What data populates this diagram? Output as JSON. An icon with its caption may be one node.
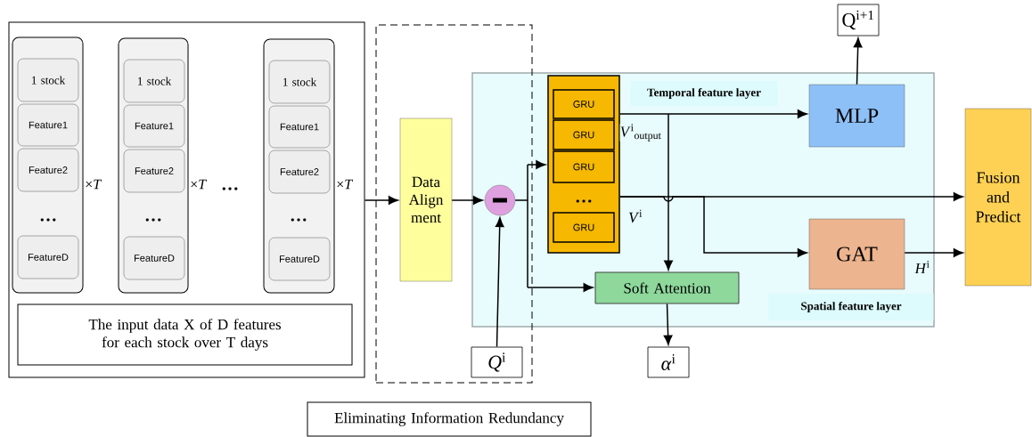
{
  "diagram": {
    "nodes": [
      {
        "text": [],
        "shape": "box"
      },
      {
        "text": [],
        "shape": "box",
        "in": 0,
        "beside": [
          "×*T*"
        ]
      },
      {
        "text": [
          "1 stock"
        ],
        "in": 1
      },
      {
        "text": [
          "Feature1"
        ],
        "in": 1
      },
      {
        "text": [
          "Feature2"
        ],
        "in": 1
      },
      {
        "text": [
          "FeatureD"
        ],
        "in": 1
      },
      {
        "text": [],
        "shape": "box",
        "in": 0,
        "beside": [
          "×*T*"
        ]
      },
      {
        "text": [
          "1 stock"
        ],
        "in": 6
      },
      {
        "text": [
          "Feature1"
        ],
        "in": 6
      },
      {
        "text": [
          "Feature2"
        ],
        "in": 6
      },
      {
        "text": [
          "FeatureD"
        ],
        "in": 6
      },
      {
        "text": [],
        "shape": "box",
        "in": 0,
        "beside": [
          "×*T*"
        ]
      },
      {
        "text": [
          "1 stock"
        ],
        "in": 11
      },
      {
        "text": [
          "Feature1"
        ],
        "in": 11
      },
      {
        "text": [
          "Feature2"
        ],
        "in": 11
      },
      {
        "text": [
          "FeatureD"
        ],
        "in": 11
      },
      {
        "text": [
          "The input data X of D features for each stock over T days"
        ],
        "in": 0
      },
      {
        "text": [],
        "shape": "box"
      },
      {
        "text": [
          "Data Align ment"
        ],
        "in": 17
      },
      {
        "text": [],
        "shape": "circle"
      },
      {
        "text": [
          "*Q*$^{i}$"
        ],
        "in": 17
      },
      {
        "text": [
          "Temporal feature layer",
          "Spatial feature layer"
        ]
      },
      {
        "text": [],
        "shape": "box",
        "in": 21
      },
      {
        "text": [
          "GRU"
        ],
        "in": 22
      },
      {
        "text": [
          "GRU"
        ],
        "in": 22
      },
      {
        "text": [
          "GRU"
        ],
        "in": 22
      },
      {
        "text": [
          "GRU"
        ],
        "in": 22
      },
      {
        "text": [
          "MLP"
        ],
        "in": 21
      },
      {
        "text": [
          "Q$^{i+1}$"
        ]
      },
      {
        "text": [
          "Soft Attention"
        ],
        "in": 21
      },
      {
        "text": [
          "*α*$^{i}$"
        ]
      },
      {
        "text": [
          "GAT"
        ],
        "in": 21
      },
      {
        "text": [
          "Fusion and Predict"
        ]
      },
      {
        "text": [
          "Eliminating Information Redundancy"
        ]
      }
    ],
    "edges": [
      {
        "from": 0,
        "to": 18,
        "arrow": "to"
      },
      {
        "from": 18,
        "to": 19,
        "arrow": "to"
      },
      {
        "from": 20,
        "to": 19,
        "arrow": "to"
      },
      {
        "from": 19,
        "to": 22,
        "arrow": "to"
      },
      {
        "from": 19,
        "to": 29,
        "arrow": "to"
      },
      {
        "from": 22,
        "to": 27,
        "arrow": "to",
        "label": "*V*$^{i}$$_{output}$"
      },
      {
        "from": 22,
        "to": 29,
        "arrow": "to"
      },
      {
        "from": 22,
        "to": 32,
        "arrow": "to",
        "label": "*V*$^{i}$"
      },
      {
        "from": 22,
        "to": 31,
        "arrow": "to"
      },
      {
        "from": 27,
        "to": 28,
        "arrow": "to"
      },
      {
        "from": 29,
        "to": 30,
        "arrow": "to"
      },
      {
        "from": 31,
        "to": 32,
        "arrow": "to",
        "label": "*H*$^{i}$"
      }
    ],
    "labels": [
      "…",
      "…",
      "…",
      "…",
      "…"
    ]
  }
}
